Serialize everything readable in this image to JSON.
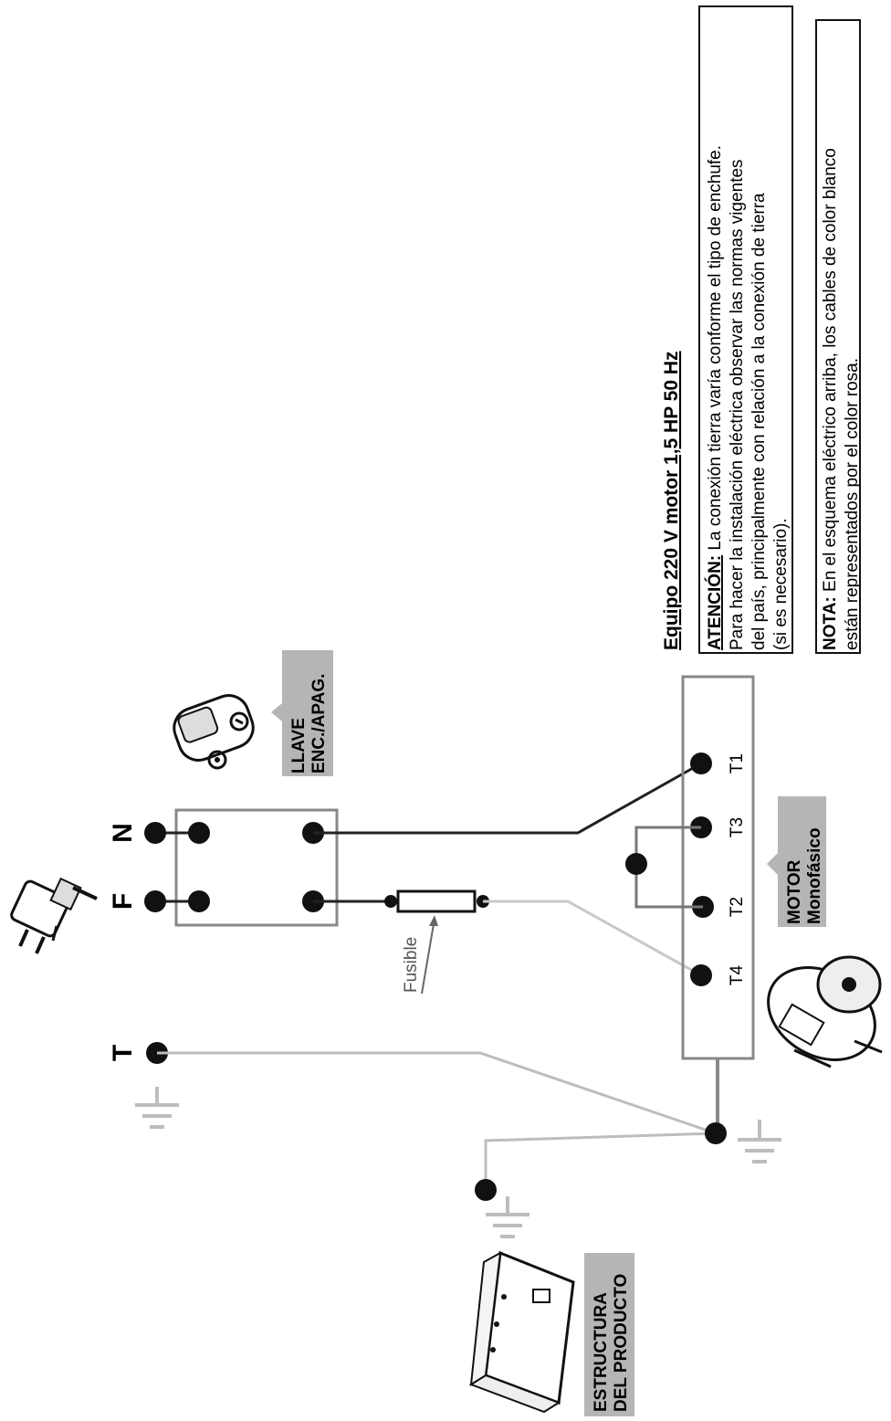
{
  "diagram": {
    "title": "Equipo 220 V motor 1,5 HP 50 Hz",
    "attention": {
      "label": "ATENCIÓN:",
      "lines": [
        " La conexión tierra varía conforme el tipo de enchufe.",
        "Para hacer la instalación eléctrica observar las normas vigentes",
        "del país, principalmente con relación a la conexión de tierra",
        "(si es necesario)."
      ]
    },
    "note": {
      "label": "NOTA:",
      "lines": [
        " En el esquema eléctrico arriba, los cables de color blanco",
        "están representados por el color rosa."
      ]
    },
    "switch_label": [
      "LLAVE",
      "ENC./APAG."
    ],
    "motor_label": [
      "MOTOR",
      "Monofásico"
    ],
    "structure_label": [
      "ESTRUCTURA",
      "DEL PRODUCTO"
    ],
    "fuse_label": "Fusible",
    "plug_terminals": [
      "N",
      "F",
      "T"
    ],
    "motor_terminals": [
      "T1",
      "T3",
      "T2",
      "T4"
    ],
    "colors": {
      "wire_black": "#222222",
      "wire_gray": "#8a8a8a",
      "wire_light": "#c8c8c8",
      "label_bg": "#b5b5b5",
      "box_stroke": "#888888"
    }
  }
}
